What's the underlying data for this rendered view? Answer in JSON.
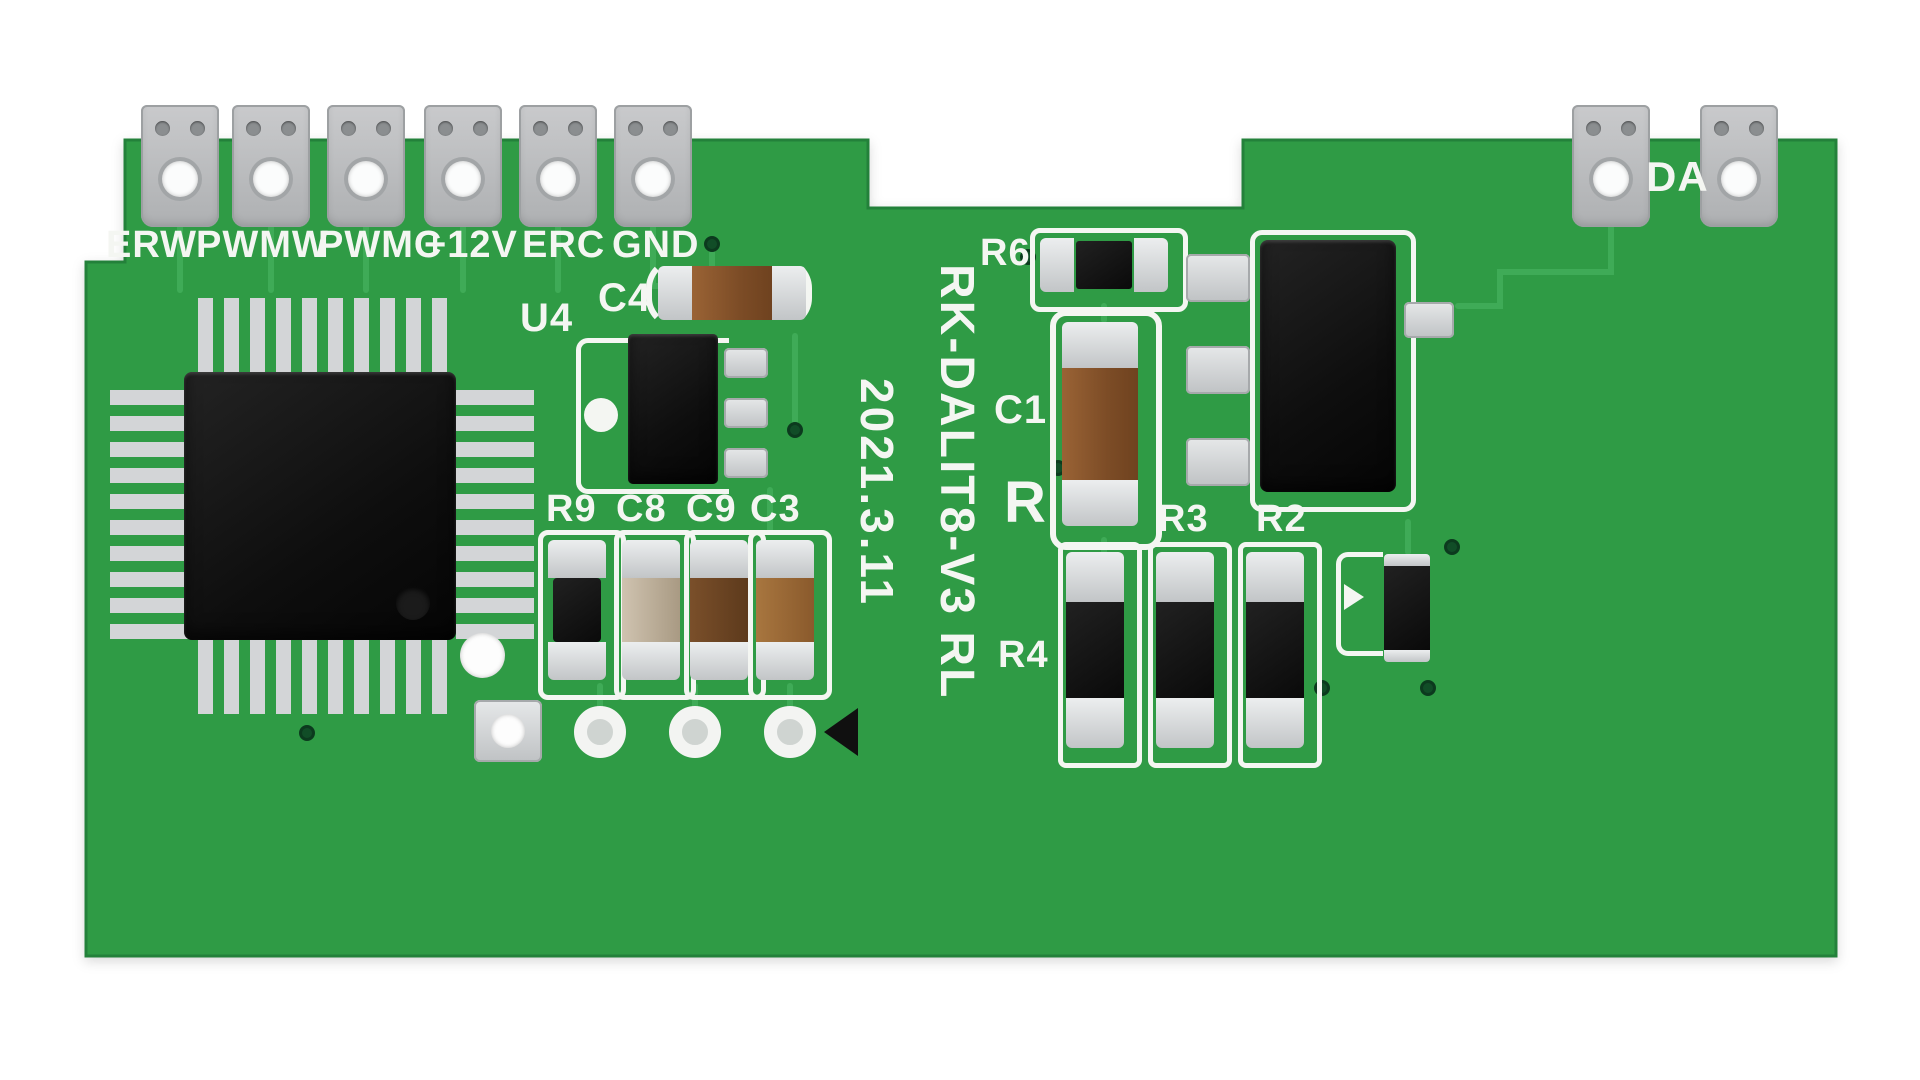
{
  "board": {
    "title_vertical": "RK-DALIT8-V3 RL",
    "date_vertical": "2021.3.11",
    "colors": {
      "pcb_green": "#2f9b45",
      "trace_green": "#41ad59",
      "silkscreen_white": "#f4f6f2",
      "pad_silver": "#cbcdcf",
      "ic_black": "#131313",
      "capacitor_brown": "#8a5a33"
    }
  },
  "terminals": {
    "left_labels": [
      "ERW",
      "PWMW",
      "PWMC",
      "+12V",
      "ERC",
      "GND"
    ],
    "right_label": "DA"
  },
  "designators": {
    "u4": "U4",
    "c4": "C4",
    "r9": "R9",
    "c8": "C8",
    "c9": "C9",
    "c3": "C3",
    "r6": "R6",
    "c1": "C1",
    "r": "R",
    "r3": "R3",
    "r2": "R2",
    "r4": "R4"
  }
}
